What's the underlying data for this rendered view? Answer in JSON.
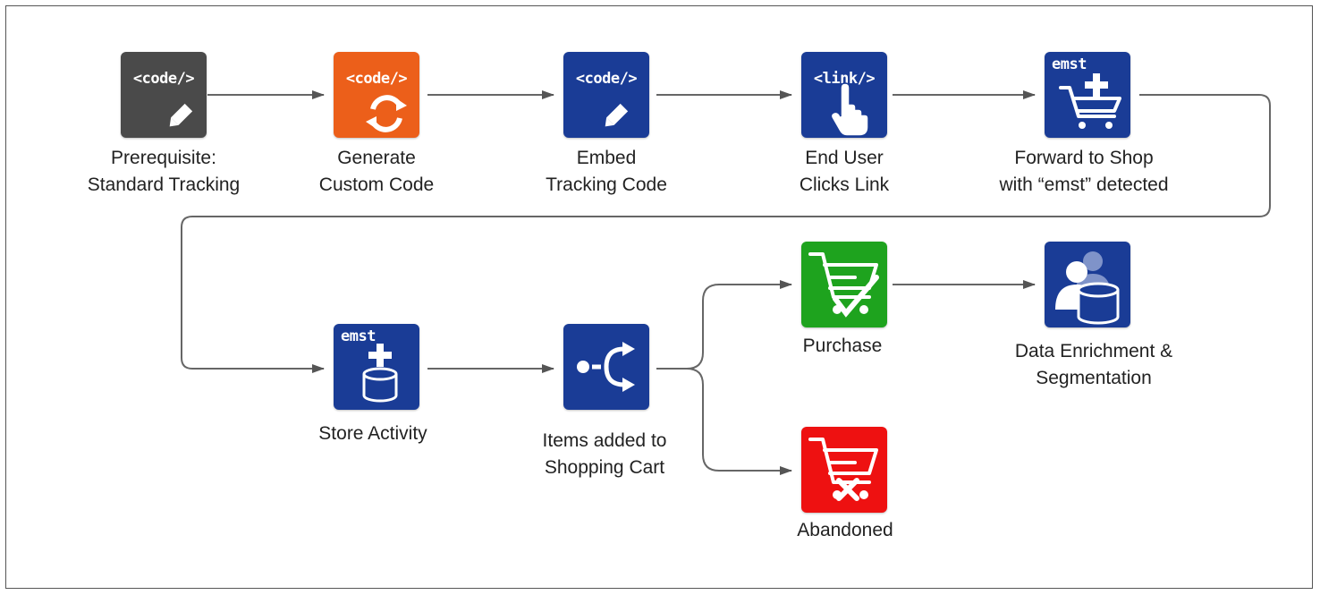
{
  "nodes": {
    "prerequisite": {
      "icon_text": "<code/>",
      "label_line1": "Prerequisite:",
      "label_line2": "Standard Tracking",
      "color": "#4a4a4a",
      "icon": "code-pencil-icon"
    },
    "generate": {
      "icon_text": "<code/>",
      "label_line1": "Generate",
      "label_line2": "Custom Code",
      "color": "#ec5f1a",
      "icon": "code-refresh-icon"
    },
    "embed": {
      "icon_text": "<code/>",
      "label_line1": "Embed",
      "label_line2": "Tracking Code",
      "color": "#1a3c96",
      "icon": "code-pencil-icon"
    },
    "click": {
      "icon_text": "<link/>",
      "label_line1": "End User",
      "label_line2": "Clicks Link",
      "color": "#1a3c96",
      "icon": "link-hand-icon"
    },
    "forward": {
      "icon_text": "emst",
      "label_line1": "Forward to Shop",
      "label_line2": "with “emst” detected",
      "color": "#1a3c96",
      "icon": "cart-add-icon"
    },
    "store": {
      "icon_text": "emst",
      "label_line1": "Store Activity",
      "color": "#1a3c96",
      "icon": "database-add-icon"
    },
    "items": {
      "label_line1": "Items added to",
      "label_line2": "Shopping Cart",
      "color": "#1a3c96",
      "icon": "split-branch-icon"
    },
    "purchase": {
      "label_line1": "Purchase",
      "color": "#1ea31e",
      "icon": "cart-check-icon"
    },
    "enrichment": {
      "label_line1": "Data Enrichment &",
      "label_line2": "Segmentation",
      "color": "#1a3c96",
      "icon": "users-database-icon"
    },
    "abandoned": {
      "label_line1": "Abandoned",
      "color": "#ee1111",
      "icon": "cart-cancel-icon"
    }
  }
}
